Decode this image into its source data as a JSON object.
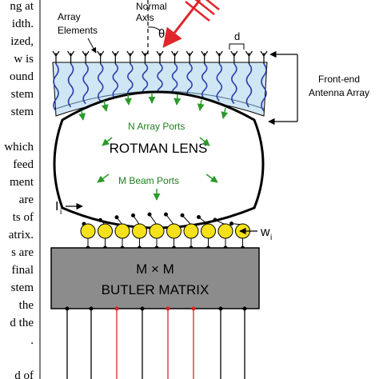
{
  "page_text": {
    "lines": [
      "idth.",
      "ized,",
      "w is",
      "ound",
      "stem",
      "stem",
      "",
      "which",
      "feed",
      "ment",
      "are",
      "ts of",
      "atrix.",
      "s are",
      "final",
      "stem",
      "the",
      "d the",
      ".",
      "",
      "d of"
    ],
    "left_fragment": "ng at"
  },
  "diagram": {
    "normal_axis_label": [
      "Normal",
      "Axis"
    ],
    "theta_symbol": "θ",
    "array_elements_label": [
      "Array",
      "Elements"
    ],
    "d_label": "d",
    "front_end_label": [
      "Front-end",
      "Antenna Array"
    ],
    "array_ports_label": "N Array Ports",
    "lens_title": "ROTMAN LENS",
    "beam_ports_label": "M Beam Ports",
    "current_label": "I",
    "current_sub": "i",
    "weight_label": "w",
    "weight_sub": "i",
    "butler_title_line1": "M × M",
    "butler_title_line2": "BUTLER MATRIX",
    "colors": {
      "radome_fill": "#cfe6f4",
      "wavy_line": "#2a3fa8",
      "port_arrow": "#2a9a2a",
      "weight_circle": "#f5e11a",
      "butler_fill": "#8c8c8c",
      "incident_wave": "#e0262a",
      "red_output": "#d22"
    }
  }
}
